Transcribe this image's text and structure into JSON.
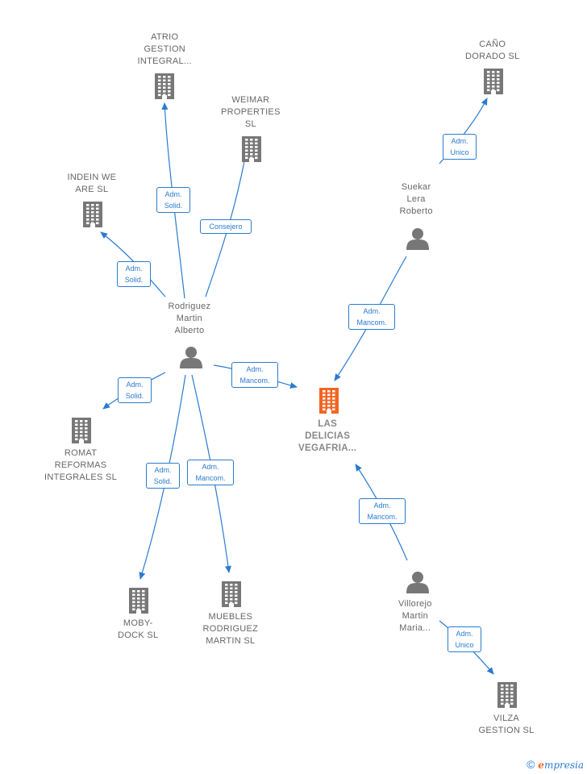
{
  "colors": {
    "edge": "#2a7bd0",
    "node": "#777777",
    "main_node": "#f26522"
  },
  "nodes": {
    "atrio": {
      "lines": [
        "ATRIO",
        "GESTION",
        "INTEGRAL..."
      ],
      "icon": "building-icon"
    },
    "weimar": {
      "lines": [
        "WEIMAR",
        "PROPERTIES",
        "SL"
      ],
      "icon": "building-icon"
    },
    "indein": {
      "lines": [
        "INDEIN WE",
        "ARE  SL"
      ],
      "icon": "building-icon"
    },
    "cano": {
      "lines": [
        "CAÑO",
        "DORADO  SL"
      ],
      "icon": "building-icon"
    },
    "suekar": {
      "lines": [
        "Suekar",
        "Lera",
        "Roberto"
      ],
      "icon": "person-icon"
    },
    "rodriguez": {
      "lines": [
        "Rodriguez",
        "Martin",
        "Alberto"
      ],
      "icon": "person-icon"
    },
    "delicias": {
      "lines": [
        "LAS",
        "DELICIAS",
        "VEGAFRIA..."
      ],
      "icon": "building-icon"
    },
    "romat": {
      "lines": [
        "ROMAT",
        "REFORMAS",
        "INTEGRALES SL"
      ],
      "icon": "building-icon"
    },
    "mobydock": {
      "lines": [
        "MOBY-",
        "DOCK  SL"
      ],
      "icon": "building-icon"
    },
    "muebles": {
      "lines": [
        "MUEBLES",
        "RODRIGUEZ",
        "MARTIN  SL"
      ],
      "icon": "building-icon"
    },
    "villorejo": {
      "lines": [
        "Villorejo",
        "Martin",
        "Maria..."
      ],
      "icon": "person-icon"
    },
    "vilza": {
      "lines": [
        "VILZA",
        "GESTION  SL"
      ],
      "icon": "building-icon"
    }
  },
  "edges": [
    {
      "from": "rodriguez",
      "to": "atrio",
      "lines": [
        "Adm.",
        "Solid."
      ]
    },
    {
      "from": "rodriguez",
      "to": "weimar",
      "lines": [
        "Consejero"
      ]
    },
    {
      "from": "rodriguez",
      "to": "indein",
      "lines": [
        "Adm.",
        "Solid."
      ]
    },
    {
      "from": "rodriguez",
      "to": "delicias",
      "lines": [
        "Adm.",
        "Mancom."
      ]
    },
    {
      "from": "rodriguez",
      "to": "romat",
      "lines": [
        "Adm.",
        "Solid."
      ]
    },
    {
      "from": "rodriguez",
      "to": "mobydock",
      "lines": [
        "Adm.",
        "Solid."
      ]
    },
    {
      "from": "rodriguez",
      "to": "muebles",
      "lines": [
        "Adm.",
        "Mancom."
      ]
    },
    {
      "from": "suekar",
      "to": "cano",
      "lines": [
        "Adm.",
        "Unico"
      ]
    },
    {
      "from": "suekar",
      "to": "delicias",
      "lines": [
        "Adm.",
        "Mancom."
      ]
    },
    {
      "from": "villorejo",
      "to": "delicias",
      "lines": [
        "Adm.",
        "Mancom."
      ]
    },
    {
      "from": "villorejo",
      "to": "vilza",
      "lines": [
        "Adm.",
        "Unico"
      ]
    }
  ],
  "footer": {
    "copyright": "©",
    "brand_first": "e",
    "brand_rest": "mpresia"
  }
}
